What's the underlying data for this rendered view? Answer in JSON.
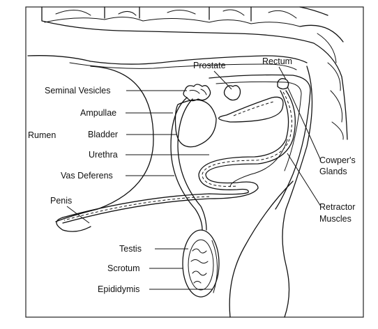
{
  "labels": {
    "prostate": "Prostate",
    "rectum": "Rectum",
    "seminal_vesicles": "Seminal Vesicles",
    "ampullae": "Ampullae",
    "rumen": "Rumen",
    "bladder": "Bladder",
    "urethra": "Urethra",
    "vas_deferens": "Vas Deferens",
    "penis": "Penis",
    "testis": "Testis",
    "scrotum": "Scrotum",
    "epididymis": "Epididymis",
    "cowpers_line1": "Cowper's",
    "cowpers_line2": "Glands",
    "retractor_line1": "Retractor",
    "retractor_line2": "Muscles"
  },
  "colors": {
    "ink": "#111111",
    "background": "#ffffff",
    "border": "#222222"
  }
}
